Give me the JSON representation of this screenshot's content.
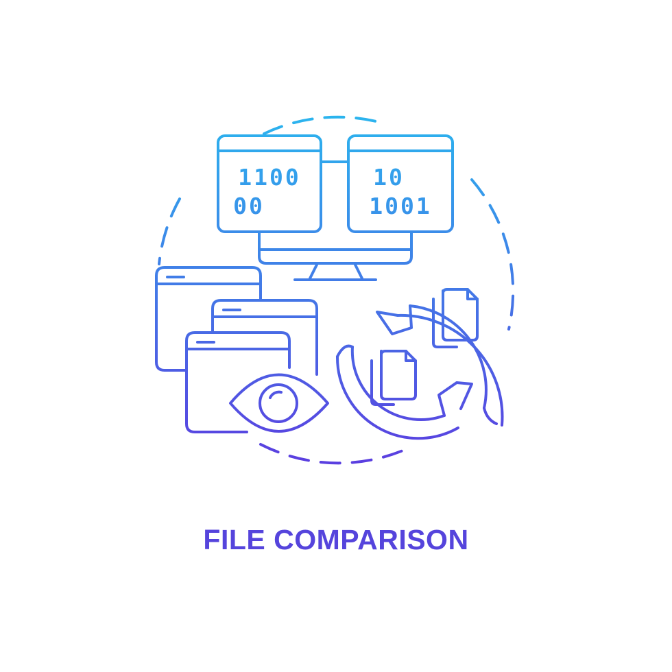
{
  "caption": "FILE COMPARISON",
  "monitor_left": {
    "line1": "1100",
    "line2": "00"
  },
  "monitor_right": {
    "line1": "10",
    "line2": "1001"
  },
  "colors": {
    "gradient_top": "#2bb4ee",
    "gradient_bottom": "#5a3fe0",
    "caption": "#5544dc"
  },
  "icons": [
    "dashed-circle-icon",
    "dual-monitor-icon",
    "browser-windows-icon",
    "eye-icon",
    "sync-arrows-icon",
    "document-icon"
  ]
}
